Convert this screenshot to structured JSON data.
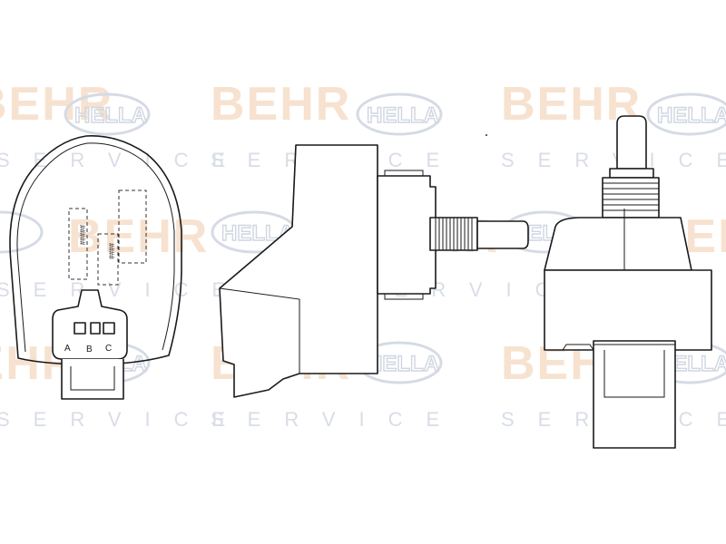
{
  "watermark": {
    "brand_behr": "BEHR",
    "brand_hella": "HELLA",
    "service_word": "SERVICE"
  },
  "connector": {
    "pin_labels": [
      "A",
      "B",
      "C"
    ]
  },
  "label_box": {
    "lines": [
      "#####",
      "####"
    ]
  }
}
